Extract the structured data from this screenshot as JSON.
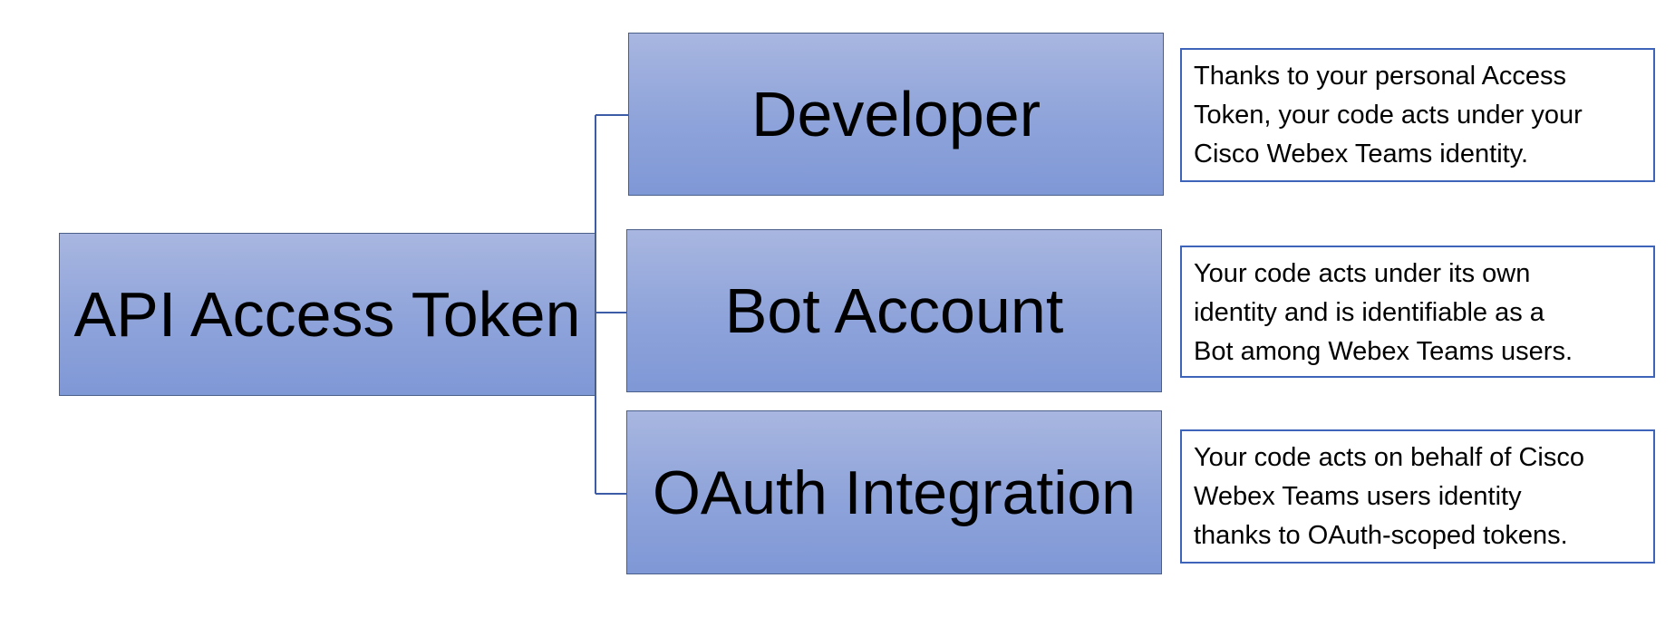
{
  "root": {
    "label": "API Access Token"
  },
  "branches": [
    {
      "label": "Developer",
      "description_lines": [
        "Thanks to your personal Access",
        "Token, your code acts under your",
        "Cisco Webex Teams identity."
      ]
    },
    {
      "label": "Bot Account",
      "description_lines": [
        "Your code acts under its own",
        "identity and is identifiable as a",
        "Bot among Webex Teams users."
      ]
    },
    {
      "label": "OAuth Integration",
      "description_lines": [
        "Your code acts on behalf of Cisco",
        "Webex Teams users identity",
        "thanks to OAuth-scoped tokens."
      ]
    }
  ],
  "colors": {
    "box_gradient_top": "#a8b6e0",
    "box_gradient_bottom": "#7f98d6",
    "connector": "#3d5ca8",
    "description_border": "#3d64b8"
  }
}
